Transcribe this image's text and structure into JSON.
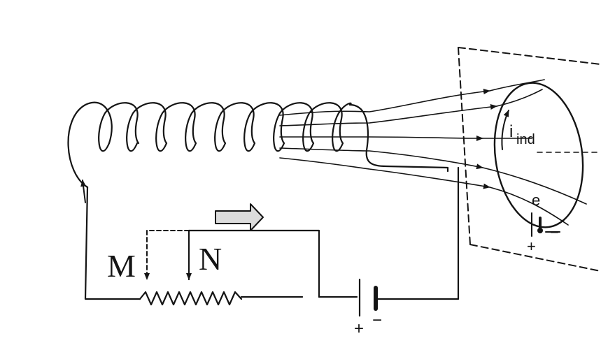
{
  "labels": {
    "slider_m": "M",
    "slider_n": "N",
    "induced_current_main": "i",
    "induced_current_sub": "ind",
    "electron": "e",
    "cell_plus": "+",
    "cell_minus": "−",
    "battery_plus": "+",
    "battery_minus": "−"
  },
  "colors": {
    "ink": "#141414",
    "arrow_fill": "#dcdcdc",
    "background": "#ffffff"
  }
}
